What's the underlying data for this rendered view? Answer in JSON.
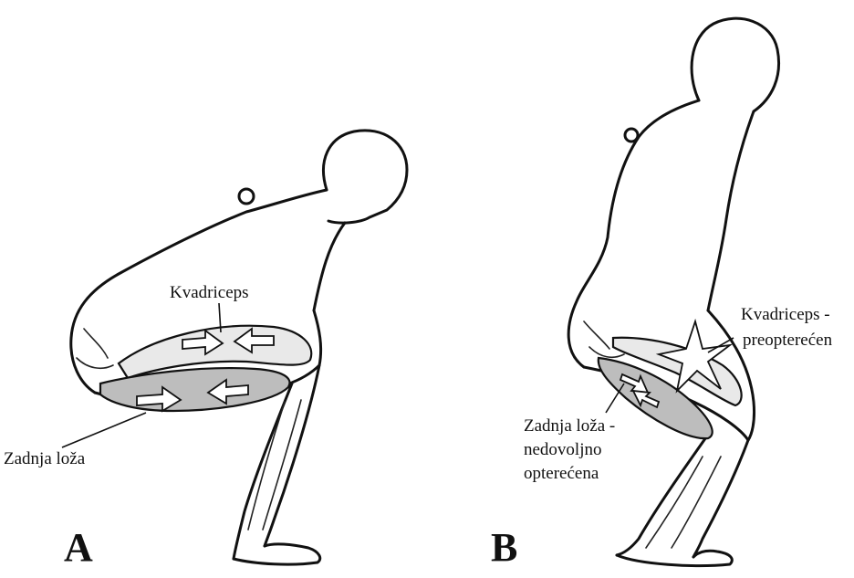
{
  "panels": [
    {
      "letter": "A",
      "labels": {
        "quadriceps": "Kvadriceps",
        "hamstrings": "Zadnja loža"
      }
    },
    {
      "letter": "B",
      "labels": {
        "quadriceps_line1": "Kvadriceps -",
        "quadriceps_line2": "preopterećen",
        "hamstrings_line1": "Zadnja loža -",
        "hamstrings_line2": "nedovoljno",
        "hamstrings_line3": "opterećena"
      }
    }
  ]
}
